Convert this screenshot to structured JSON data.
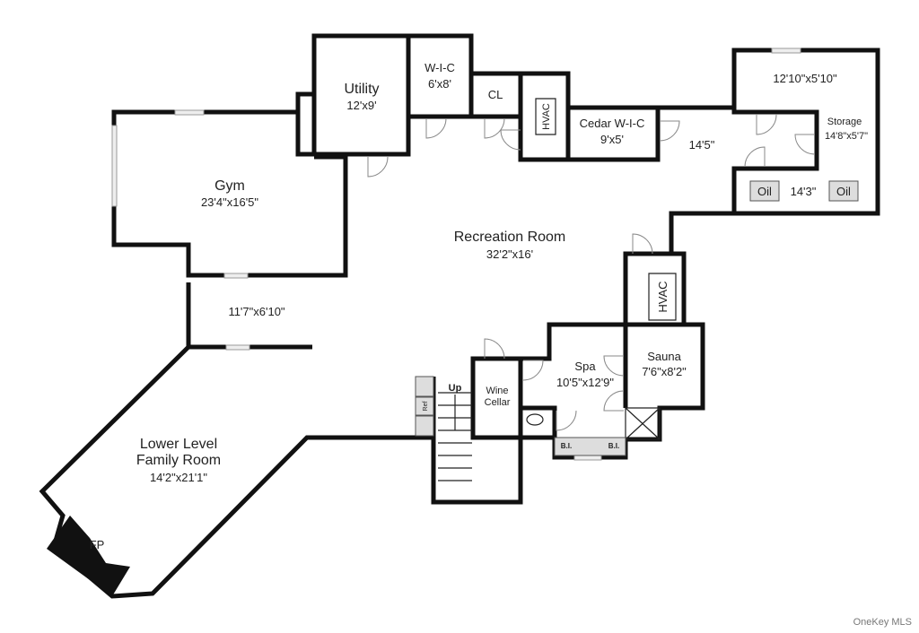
{
  "rooms": {
    "utility": {
      "name": "Utility",
      "size": "12'x9'"
    },
    "wic": {
      "name": "W-I-C",
      "size": "6'x8'"
    },
    "cl": {
      "name": "CL"
    },
    "hvac1": {
      "name": "HVAC"
    },
    "cedar": {
      "name": "Cedar W-I-C",
      "size": "9'x5'"
    },
    "storage_top": {
      "size": "12'10\"x5'10\""
    },
    "storage": {
      "name": "Storage",
      "size": "14'8\"x5'7\""
    },
    "hall_dim": "14'5\"",
    "oil_dim": "14'3\"",
    "oil1": "Oil",
    "oil2": "Oil",
    "gym": {
      "name": "Gym",
      "size": "23'4\"x16'5\""
    },
    "recreation": {
      "name": "Recreation Room",
      "size": "32'2\"x16'"
    },
    "foyer": {
      "size": "11'7\"x6'10\""
    },
    "hvac2": {
      "name": "HVAC"
    },
    "spa": {
      "name": "Spa",
      "size": "10'5\"x12'9\""
    },
    "sauna": {
      "name": "Sauna",
      "size": "7'6\"x8'2\""
    },
    "wine": {
      "name1": "Wine",
      "name2": "Cellar"
    },
    "stairs": "Up",
    "ref": "Ref",
    "bi1": "B.I.",
    "bi2": "B.I.",
    "family": {
      "name1": "Lower Level",
      "name2": "Family Room",
      "size": "14'2\"x21'1\""
    },
    "fp": "FP"
  },
  "watermark": "OneKey MLS"
}
